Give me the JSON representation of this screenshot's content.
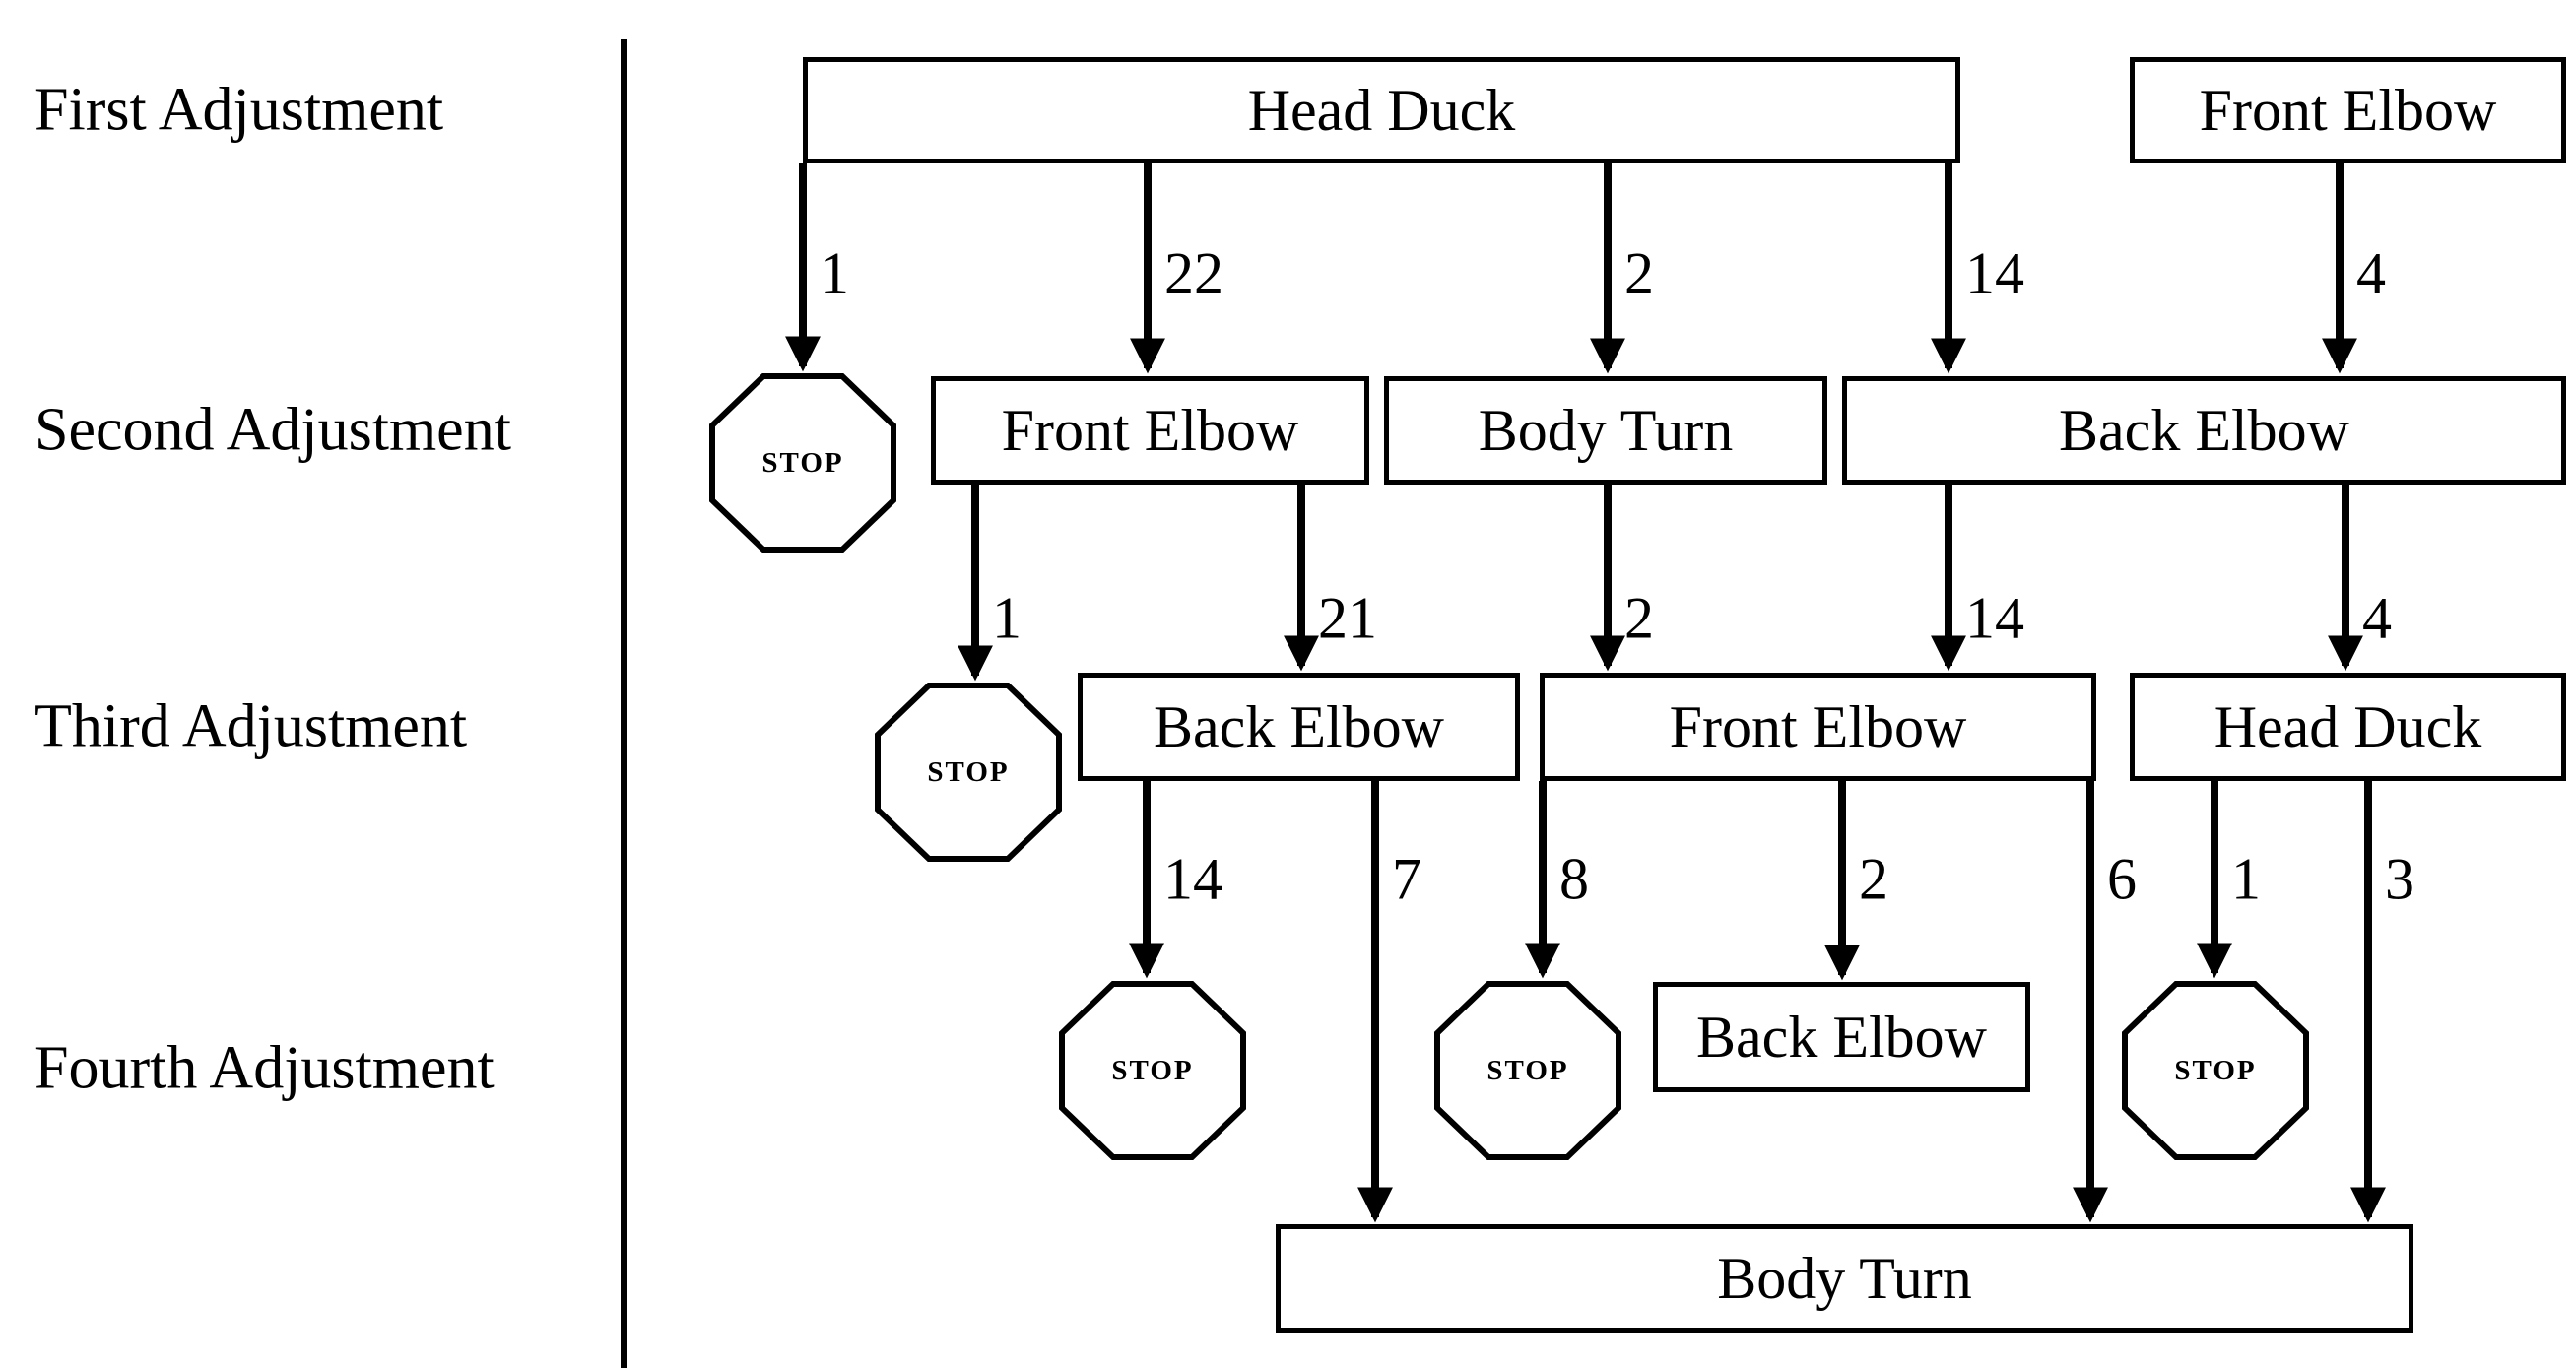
{
  "page": {
    "background_color": "#ffffff",
    "ink_color": "#000000",
    "description_visible_text_only": true
  },
  "row_labels": [
    {
      "label": "First Adjustment"
    },
    {
      "label": "Second Adjustment"
    },
    {
      "label": "Third Adjustment"
    },
    {
      "label": "Fourth Adjustment"
    }
  ],
  "stop_label": "STOP",
  "nodes": [
    {
      "row": "First Adjustment",
      "label": "Head Duck"
    },
    {
      "row": "First Adjustment",
      "label": "Front Elbow"
    },
    {
      "row": "Second Adjustment",
      "label": "Front Elbow"
    },
    {
      "row": "Second Adjustment",
      "label": "Body Turn"
    },
    {
      "row": "Second Adjustment",
      "label": "Back Elbow"
    },
    {
      "row": "Third Adjustment",
      "label": "Back Elbow"
    },
    {
      "row": "Third Adjustment",
      "label": "Front Elbow"
    },
    {
      "row": "Third Adjustment",
      "label": "Head Duck"
    },
    {
      "row": "Fourth Adjustment",
      "label": "Back Elbow"
    },
    {
      "row": "Fourth Adjustment",
      "label": "Body Turn"
    }
  ],
  "edges": [
    {
      "from": "Head Duck (first)",
      "to": "STOP (second)",
      "count": "1"
    },
    {
      "from": "Head Duck (first)",
      "to": "Front Elbow (second)",
      "count": "22"
    },
    {
      "from": "Head Duck (first)",
      "to": "Body Turn (second)",
      "count": "2"
    },
    {
      "from": "Head Duck (first)",
      "to": "Back Elbow (second)",
      "count": "14"
    },
    {
      "from": "Front Elbow (first)",
      "to": "Back Elbow (second)",
      "count": "4"
    },
    {
      "from": "Front Elbow (second)",
      "to": "STOP (third)",
      "count": "1"
    },
    {
      "from": "Front Elbow (second)",
      "to": "Back Elbow (third)",
      "count": "21"
    },
    {
      "from": "Body Turn (second)",
      "to": "Front Elbow (third)",
      "count": "2"
    },
    {
      "from": "Back Elbow (second)",
      "to": "Front Elbow (third)",
      "count": "14"
    },
    {
      "from": "Back Elbow (second)",
      "to": "Head Duck (third)",
      "count": "4"
    },
    {
      "from": "Back Elbow (third)",
      "to": "STOP (fourth)",
      "count": "14"
    },
    {
      "from": "Back Elbow (third)",
      "to": "Body Turn (fourth)",
      "count": "7"
    },
    {
      "from": "Front Elbow (third)",
      "to": "STOP (fourth)",
      "count": "8"
    },
    {
      "from": "Front Elbow (third)",
      "to": "Back Elbow (fourth)",
      "count": "2"
    },
    {
      "from": "Front Elbow (third)",
      "to": "Body Turn (fourth)",
      "count": "6"
    },
    {
      "from": "Head Duck (third)",
      "to": "STOP (fourth)",
      "count": "1"
    },
    {
      "from": "Head Duck (third)",
      "to": "Body Turn (fourth)",
      "count": "3"
    }
  ]
}
